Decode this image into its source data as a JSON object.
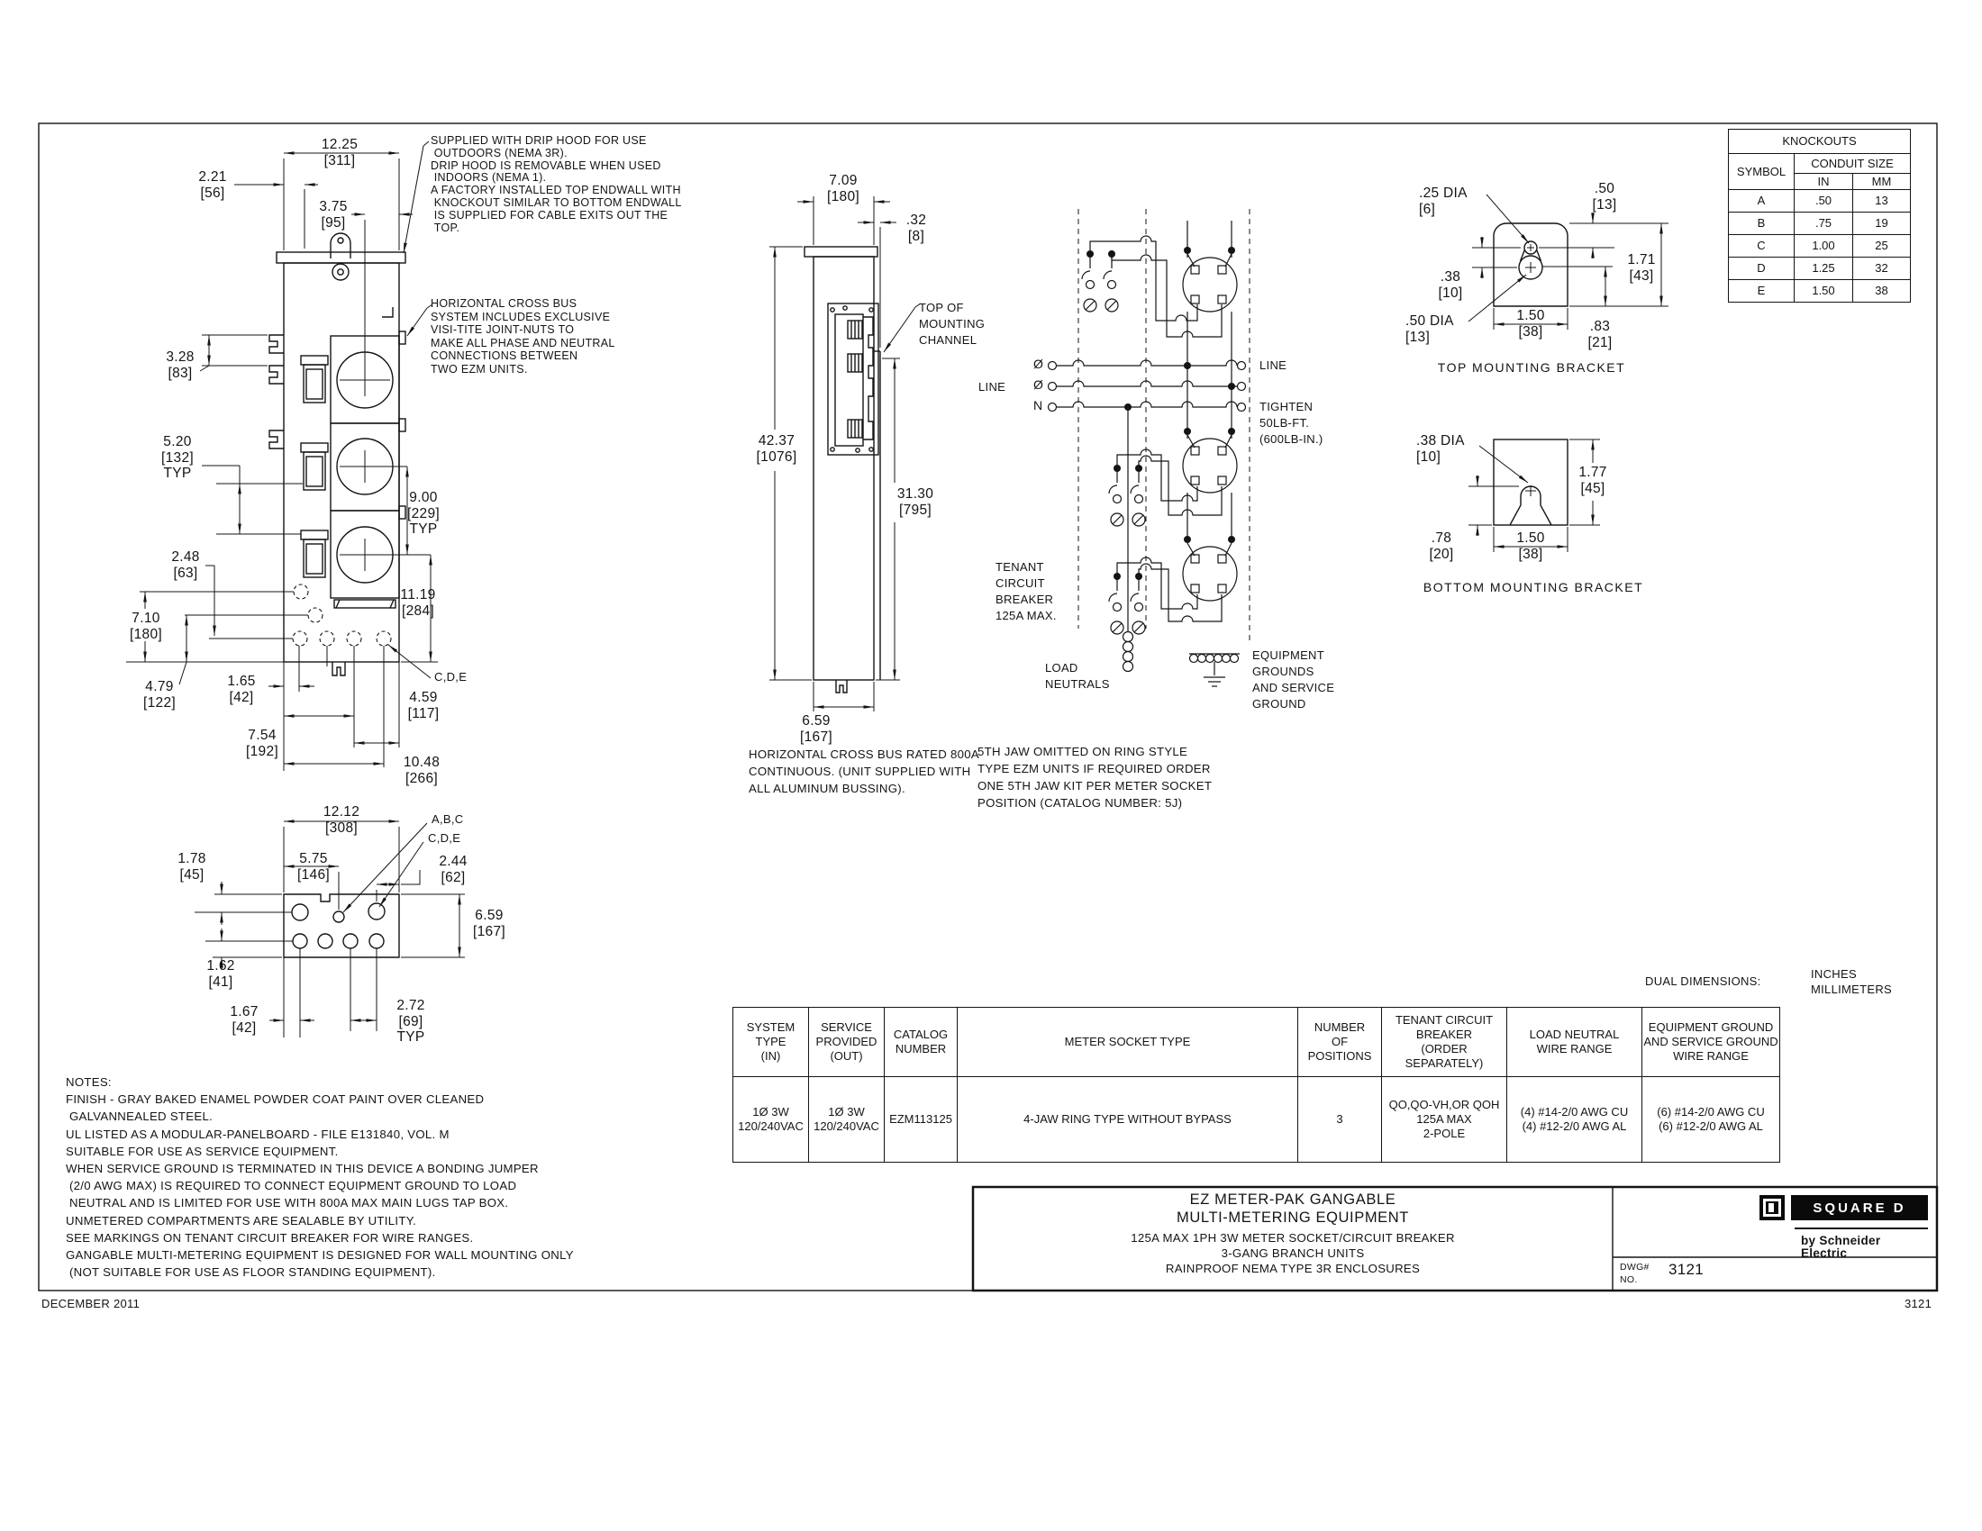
{
  "page": {
    "date": "DECEMBER 2011",
    "sheet_number": "3121",
    "dual_dim_label": "DUAL DIMENSIONS:",
    "dual_dim_units": [
      "INCHES",
      "MILLIMETERS"
    ]
  },
  "notes": {
    "drip_hood": "SUPPLIED WITH DRIP HOOD FOR USE\n OUTDOORS (NEMA 3R).\nDRIP HOOD IS REMOVABLE WHEN USED\n INDOORS (NEMA 1).\nA FACTORY INSTALLED TOP ENDWALL WITH\n KNOCKOUT SIMILAR TO BOTTOM ENDWALL\n IS SUPPLIED FOR CABLE EXITS OUT THE\n TOP.",
    "cross_bus": "HORIZONTAL CROSS BUS\nSYSTEM INCLUDES EXCLUSIVE\nVISI-TITE JOINT-NUTS TO\nMAKE ALL PHASE AND NEUTRAL\nCONNECTIONS BETWEEN\nTWO EZM UNITS.",
    "general": "NOTES:\nFINISH - GRAY BAKED ENAMEL POWDER COAT PAINT OVER CLEANED\n GALVANNEALED STEEL.\nUL LISTED AS A MODULAR-PANELBOARD - FILE E131840, VOL. M\nSUITABLE FOR USE AS SERVICE EQUIPMENT.\nWHEN SERVICE GROUND IS TERMINATED IN THIS DEVICE A BONDING JUMPER\n (2/0 AWG MAX) IS REQUIRED TO CONNECT EQUIPMENT GROUND TO LOAD\n NEUTRAL AND IS LIMITED FOR USE WITH 800A MAX MAIN LUGS TAP BOX.\nUNMETERED COMPARTMENTS ARE SEALABLE BY UTILITY.\nSEE MARKINGS ON TENANT CIRCUIT BREAKER FOR WIRE RANGES.\nGANGABLE MULTI-METERING EQUIPMENT IS DESIGNED FOR WALL MOUNTING ONLY\n (NOT SUITABLE FOR USE AS FLOOR STANDING EQUIPMENT)."
  },
  "front": {
    "d_width": "12.25\n[311]",
    "d_offset": "2.21\n[56]",
    "d_socket": "3.75\n[95]",
    "d_hook": "3.28\n[83]",
    "d_breaker": "5.20\n[132]\nTYP",
    "d_meter": "9.00\n[229]\nTYP",
    "d_bottom": "11.19\n[284]",
    "d_ko1": "2.48\n[63]",
    "d_ko2": "7.10\n[180]",
    "d_left": "4.79\n[122]",
    "d_s1": "1.65\n[42]",
    "d_s2": "7.54\n[192]",
    "d_s3": "4.59\n[117]",
    "d_s4": "10.48\n[266]",
    "knockout_label": "C,D,E"
  },
  "side": {
    "d_depth": "7.09\n[180]",
    "d_gap": ".32\n[8]",
    "d_height": "42.37\n[1076]",
    "d_channel": "31.30\n[795]",
    "d_bottom": "6.59\n[167]",
    "channel_note": "TOP OF\nMOUNTING\nCHANNEL",
    "bus_caption": "HORIZONTAL CROSS BUS RATED 800A\nCONTINUOUS. (UNIT SUPPLIED WITH\nALL ALUMINUM BUSSING)."
  },
  "wiring": {
    "line_left": "LINE",
    "line_right": "LINE",
    "terminals": [
      "Ø",
      "Ø",
      "N"
    ],
    "tighten": "TIGHTEN\n50LB-FT.\n(600LB-IN.)",
    "tenant_breaker": "TENANT\nCIRCUIT\nBREAKER\n125A MAX.",
    "load_neutrals": "LOAD\nNEUTRALS",
    "equipment_grounds": "EQUIPMENT\nGROUNDS\nAND SERVICE\nGROUND",
    "fifth_jaw_note": "5TH JAW OMITTED ON RING STYLE\nTYPE EZM UNITS IF REQUIRED ORDER\nONE 5TH JAW KIT PER METER SOCKET\nPOSITION (CATALOG NUMBER: 5J)"
  },
  "bottom": {
    "d_width": "12.12\n[308]",
    "d_e1": "1.78\n[45]",
    "d_e2": "5.75\n[146]",
    "d_e3": "2.44\n[62]",
    "d_depth": "6.59\n[167]",
    "d_e4": "1.62\n[41]",
    "d_e5": "1.67\n[42]",
    "d_e6": "2.72\n[69]\nTYP",
    "label_abc": "A,B,C",
    "label_cde": "C,D,E"
  },
  "knockouts": {
    "title": "KNOCKOUTS",
    "col_symbol": "SYMBOL",
    "col_conduit": "CONDUIT SIZE",
    "col_in": "IN",
    "col_mm": "MM",
    "rows": [
      [
        "A",
        ".50",
        "13"
      ],
      [
        "B",
        ".75",
        "19"
      ],
      [
        "C",
        "1.00",
        "25"
      ],
      [
        "D",
        "1.25",
        "32"
      ],
      [
        "E",
        "1.50",
        "38"
      ]
    ]
  },
  "brackets": {
    "top_title": "TOP MOUNTING BRACKET",
    "bottom_title": "BOTTOM MOUNTING BRACKET",
    "t_hole1": ".25 DIA\n[6]",
    "t_top": ".50\n[13]",
    "t_holes_gap": ".38\n[10]",
    "t_height": "1.71\n[43]",
    "t_hole2": ".50 DIA\n[13]",
    "t_width": "1.50\n[38]",
    "t_bottom": ".83\n[21]",
    "b_hole": ".38 DIA\n[10]",
    "b_height": "1.77\n[45]",
    "b_slot": ".78\n[20]",
    "b_width": "1.50\n[38]"
  },
  "spec": {
    "headers": [
      "SYSTEM\nTYPE\n(IN)",
      "SERVICE\nPROVIDED\n(OUT)",
      "CATALOG\nNUMBER",
      "METER SOCKET TYPE",
      "NUMBER\nOF\nPOSITIONS",
      "TENANT CIRCUIT\nBREAKER\n(ORDER SEPARATELY)",
      "LOAD NEUTRAL\nWIRE RANGE",
      "EQUIPMENT GROUND\nAND SERVICE GROUND\nWIRE RANGE"
    ],
    "row": [
      "1Ø 3W\n120/240VAC",
      "1Ø 3W\n120/240VAC",
      "EZM113125",
      "4-JAW RING TYPE WITHOUT BYPASS",
      "3",
      "QO,QO-VH,OR QOH\n125A MAX\n2-POLE",
      "(4) #14-2/0 AWG CU\n(4) #12-2/0 AWG AL",
      "(6) #14-2/0 AWG CU\n(6) #12-2/0 AWG AL"
    ]
  },
  "titleblock": {
    "line1": "EZ METER-PAK GANGABLE",
    "line2": "MULTI-METERING EQUIPMENT",
    "line3": "125A MAX 1PH 3W METER SOCKET/CIRCUIT BREAKER",
    "line4": "3-GANG BRANCH UNITS",
    "line5": "RAINPROOF NEMA TYPE 3R ENCLOSURES",
    "brand": "SQUARE D",
    "byline": "by Schneider Electric",
    "dwg_label": "DWG#",
    "no_label": "NO.",
    "dwg_number": "3121"
  }
}
